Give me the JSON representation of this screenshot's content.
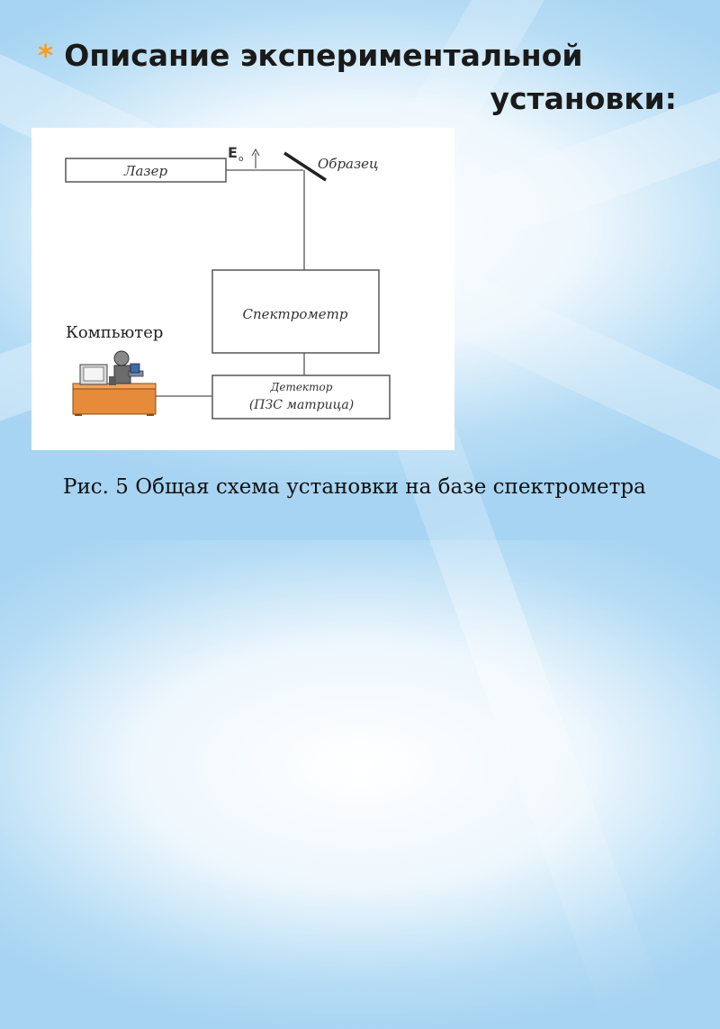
{
  "slide": {
    "title_line1": "Описание экспериментальной",
    "title_line2": "установки:",
    "bullet_color": "#f2a12a"
  },
  "diagram": {
    "laser_label": "Лазер",
    "field_label": "E",
    "field_subscript": "o",
    "sample_label": "Образец",
    "spectrometer_label": "Спектрометр",
    "detector_label_line1": "Детектор",
    "detector_label_line2": "(ПЗС матрица)",
    "computer_label": "Компьютер"
  },
  "caption": "Рис. 5 Общая схема установки на базе спектрометра"
}
